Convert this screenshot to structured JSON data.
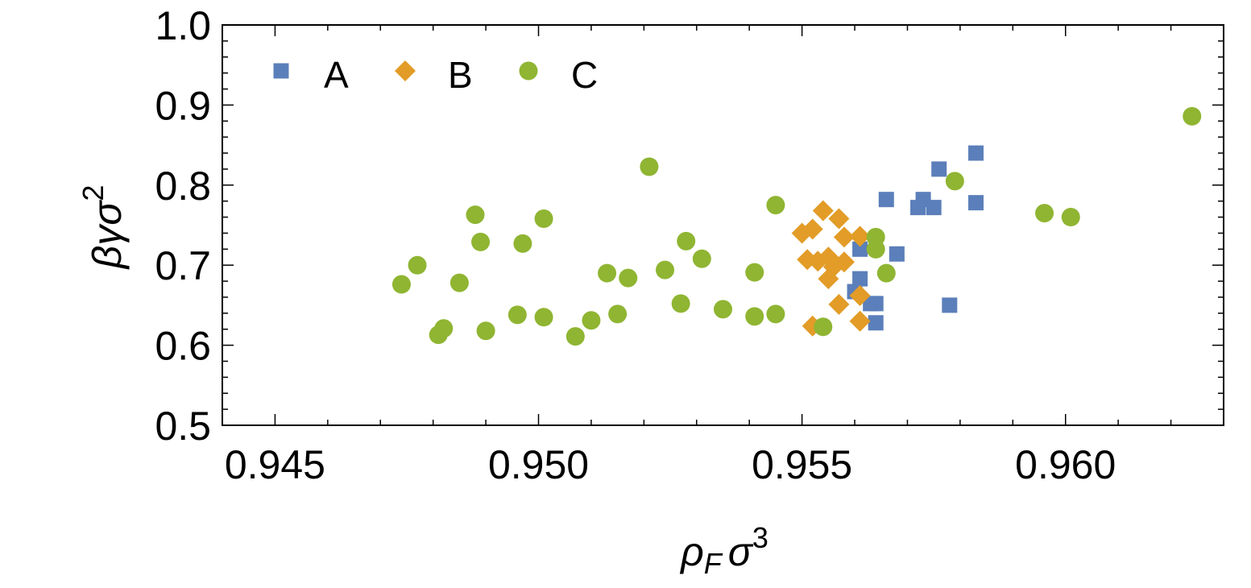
{
  "chart_data": {
    "type": "scatter",
    "title": "",
    "xlabel": {
      "symbol": "ρ",
      "subscript": "F",
      "symbol2": "σ",
      "superscript": "3"
    },
    "ylabel": {
      "symbol": "βγσ",
      "superscript": "2"
    },
    "xlim": [
      0.944,
      0.963
    ],
    "ylim": [
      0.5,
      1.0
    ],
    "x_ticks": [
      0.945,
      0.95,
      0.955,
      0.96
    ],
    "x_tick_labels": [
      "0.945",
      "0.950",
      "0.955",
      "0.960"
    ],
    "y_ticks": [
      0.5,
      0.6,
      0.7,
      0.8,
      0.9,
      1.0
    ],
    "y_tick_labels": [
      "0.5",
      "0.6",
      "0.7",
      "0.8",
      "0.9",
      "1.0"
    ],
    "grid": false,
    "legend_position": "top-left",
    "series": [
      {
        "name": "A",
        "marker": "square",
        "color": "#5b7fba",
        "points": [
          {
            "x": 0.9561,
            "y": 0.72
          },
          {
            "x": 0.9561,
            "y": 0.683
          },
          {
            "x": 0.956,
            "y": 0.667
          },
          {
            "x": 0.9563,
            "y": 0.652
          },
          {
            "x": 0.9564,
            "y": 0.652
          },
          {
            "x": 0.9564,
            "y": 0.628
          },
          {
            "x": 0.9566,
            "y": 0.782
          },
          {
            "x": 0.9568,
            "y": 0.714
          },
          {
            "x": 0.9572,
            "y": 0.772
          },
          {
            "x": 0.9573,
            "y": 0.782
          },
          {
            "x": 0.9575,
            "y": 0.772
          },
          {
            "x": 0.9576,
            "y": 0.82
          },
          {
            "x": 0.9578,
            "y": 0.65
          },
          {
            "x": 0.9583,
            "y": 0.84
          },
          {
            "x": 0.9583,
            "y": 0.778
          }
        ]
      },
      {
        "name": "B",
        "marker": "diamond",
        "color": "#e29c27",
        "points": [
          {
            "x": 0.955,
            "y": 0.74
          },
          {
            "x": 0.9551,
            "y": 0.707
          },
          {
            "x": 0.9552,
            "y": 0.745
          },
          {
            "x": 0.9553,
            "y": 0.705
          },
          {
            "x": 0.9552,
            "y": 0.624
          },
          {
            "x": 0.9554,
            "y": 0.768
          },
          {
            "x": 0.9555,
            "y": 0.71
          },
          {
            "x": 0.9556,
            "y": 0.698
          },
          {
            "x": 0.9557,
            "y": 0.758
          },
          {
            "x": 0.9558,
            "y": 0.735
          },
          {
            "x": 0.9558,
            "y": 0.704
          },
          {
            "x": 0.9555,
            "y": 0.683
          },
          {
            "x": 0.9557,
            "y": 0.651
          },
          {
            "x": 0.9561,
            "y": 0.736
          },
          {
            "x": 0.9561,
            "y": 0.662
          },
          {
            "x": 0.9561,
            "y": 0.63
          }
        ]
      },
      {
        "name": "C",
        "marker": "circle",
        "color": "#8fb532",
        "points": [
          {
            "x": 0.9474,
            "y": 0.676
          },
          {
            "x": 0.9477,
            "y": 0.7
          },
          {
            "x": 0.9481,
            "y": 0.613
          },
          {
            "x": 0.9482,
            "y": 0.621
          },
          {
            "x": 0.9485,
            "y": 0.678
          },
          {
            "x": 0.9488,
            "y": 0.763
          },
          {
            "x": 0.9489,
            "y": 0.729
          },
          {
            "x": 0.949,
            "y": 0.618
          },
          {
            "x": 0.9496,
            "y": 0.638
          },
          {
            "x": 0.9497,
            "y": 0.727
          },
          {
            "x": 0.9501,
            "y": 0.635
          },
          {
            "x": 0.9501,
            "y": 0.758
          },
          {
            "x": 0.9507,
            "y": 0.611
          },
          {
            "x": 0.951,
            "y": 0.631
          },
          {
            "x": 0.9513,
            "y": 0.69
          },
          {
            "x": 0.9515,
            "y": 0.639
          },
          {
            "x": 0.9517,
            "y": 0.684
          },
          {
            "x": 0.9521,
            "y": 0.823
          },
          {
            "x": 0.9524,
            "y": 0.694
          },
          {
            "x": 0.9527,
            "y": 0.652
          },
          {
            "x": 0.9528,
            "y": 0.73
          },
          {
            "x": 0.9531,
            "y": 0.708
          },
          {
            "x": 0.9535,
            "y": 0.645
          },
          {
            "x": 0.9541,
            "y": 0.691
          },
          {
            "x": 0.9541,
            "y": 0.636
          },
          {
            "x": 0.9545,
            "y": 0.775
          },
          {
            "x": 0.9545,
            "y": 0.639
          },
          {
            "x": 0.9554,
            "y": 0.623
          },
          {
            "x": 0.9564,
            "y": 0.735
          },
          {
            "x": 0.9564,
            "y": 0.72
          },
          {
            "x": 0.9566,
            "y": 0.69
          },
          {
            "x": 0.9579,
            "y": 0.805
          },
          {
            "x": 0.9596,
            "y": 0.765
          },
          {
            "x": 0.9601,
            "y": 0.76
          },
          {
            "x": 0.9624,
            "y": 0.886
          }
        ]
      }
    ]
  }
}
